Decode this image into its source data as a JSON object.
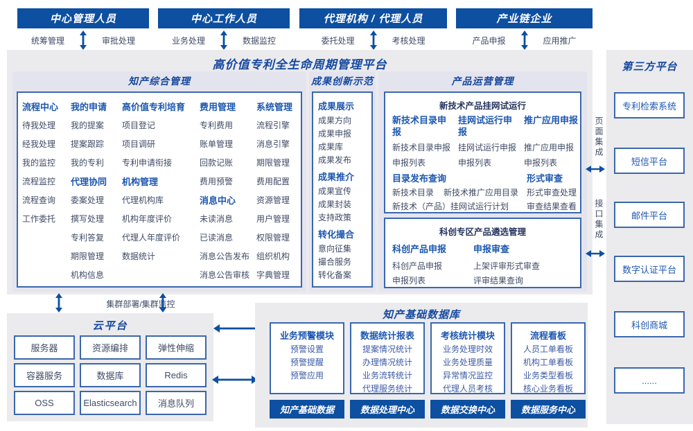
{
  "top_groups": [
    {
      "title": "中心管理人员",
      "left": "统筹管理",
      "right": "审批处理"
    },
    {
      "title": "中心工作人员",
      "left": "业务处理",
      "right": "数据监控"
    },
    {
      "title": "代理机构 / 代理人员",
      "left": "委托处理",
      "right": "考核处理"
    },
    {
      "title": "产业链企业",
      "left": "产品申报",
      "right": "应用推广"
    }
  ],
  "platform": {
    "title": "高价值专利全生命周期管理平台"
  },
  "ip_management": {
    "title": "知产综合管理",
    "process_center": {
      "title": "流程中心",
      "items": [
        "待我处理",
        "经我处理",
        "我的监控",
        "流程监控",
        "流程查询",
        "工作委托"
      ]
    },
    "my_application": {
      "title": "我的申请",
      "items": [
        "我的提案",
        "提案跟踪",
        "我的专利"
      ]
    },
    "agency_collaboration": {
      "title": "代理协同",
      "items": [
        "委案处理",
        "撰写处理",
        "专利答复",
        "期限管理",
        "机构信息"
      ]
    },
    "hv_patent_cultivation": {
      "title": "高价值专利培育",
      "items": [
        "项目登记",
        "项目调研",
        "专利申请衔接"
      ]
    },
    "org_management": {
      "title": "机构管理",
      "items": [
        "代理机构库",
        "机构年度评价",
        "代理人年度评价",
        "数据统计"
      ]
    },
    "fee_management": {
      "title": "费用管理",
      "items": [
        "专利费用",
        "账单管理",
        "回款记账",
        "费用预警"
      ]
    },
    "message_center": {
      "title": "消息中心",
      "items": [
        "未读消息",
        "已读消息",
        "消息公告发布",
        "消息公告审核"
      ]
    },
    "system_management": {
      "title": "系统管理",
      "items": [
        "流程引擎",
        "消息引擎",
        "期限管理",
        "费用配置",
        "资源管理",
        "用户管理",
        "权限管理",
        "组织机构",
        "字典管理"
      ]
    }
  },
  "achievement_demo": {
    "title": "成果创新示范",
    "display": {
      "title": "成果展示",
      "items": [
        "成果方向",
        "成果申报",
        "成果库",
        "成果发布"
      ]
    },
    "promotion": {
      "title": "成果推介",
      "items": [
        "成果宣传",
        "成果封装",
        "支持政策"
      ]
    },
    "matchmaking": {
      "title": "转化撮合",
      "items": [
        "意向征集",
        "撮合服务",
        "转化备案"
      ]
    }
  },
  "product_operation": {
    "title": "产品运营管理",
    "trial_run": {
      "title": "新技术产品挂网试运行",
      "columns": [
        {
          "title": "新技术目录申报",
          "items": [
            "新技术目录申报",
            "申报列表"
          ]
        },
        {
          "title": "挂网试运行申报",
          "items": [
            "挂网试运行申报",
            "申报列表"
          ]
        },
        {
          "title": "推广应用申报",
          "items": [
            "推广应用申报",
            "申报列表"
          ]
        }
      ],
      "catalog_query": {
        "title": "目录发布查询",
        "row1": [
          "新技术目录",
          "新技术推广应用目录"
        ],
        "row2": "新技术（产品）挂网试运行计划"
      },
      "formal_review": {
        "title": "形式审查",
        "items": [
          "形式审查处理",
          "审查结果查看"
        ]
      }
    },
    "selection": {
      "title": "科创专区产品遴选管理",
      "columns": [
        {
          "title": "科创产品申报",
          "items": [
            "科创产品申报",
            "申报列表"
          ]
        },
        {
          "title": "申报审查",
          "items": [
            "上架评审形式审查",
            "评审结果查询"
          ]
        }
      ]
    }
  },
  "third_party": {
    "title": "第三方平台",
    "boxes": [
      "专利检索系统",
      "短信平台",
      "邮件平台",
      "数字认证平台",
      "科创商城",
      "......"
    ]
  },
  "integration": {
    "page_label": "页面集成",
    "api_label": "接口集成"
  },
  "cluster": {
    "label": "集群部署/集群监控"
  },
  "cloud": {
    "title": "云平台",
    "boxes": [
      "服务器",
      "资源编排",
      "弹性伸缩",
      "容器服务",
      "数据库",
      "Redis",
      "OSS",
      "Elasticsearch",
      "消息队列"
    ]
  },
  "ip_database": {
    "title": "知产基础数据库",
    "modules": [
      {
        "title": "业务预警模块",
        "items": [
          "预警设置",
          "预警提醒",
          "预警应用"
        ]
      },
      {
        "title": "数据统计报表",
        "items": [
          "提案情况统计",
          "办理情况统计",
          "业务流转统计",
          "代理服务统计"
        ]
      },
      {
        "title": "考核统计模块",
        "items": [
          "业务处理时效",
          "业务处理质量",
          "异常情况监控",
          "代理人员考核"
        ]
      },
      {
        "title": "流程看板",
        "items": [
          "人员工单看板",
          "机构工单看板",
          "业务类型看板",
          "核心业务看板"
        ]
      }
    ],
    "centers": [
      "知产基础数据",
      "数据处理中心",
      "数据交换中心",
      "数据服务中心"
    ]
  },
  "colors": {
    "primary": "#0d4fa1",
    "title": "#16489e",
    "section_header": "#1d57b0",
    "body_text": "#3f4b66",
    "border": "#3a67ad",
    "panel_bg": "#ebebee"
  }
}
